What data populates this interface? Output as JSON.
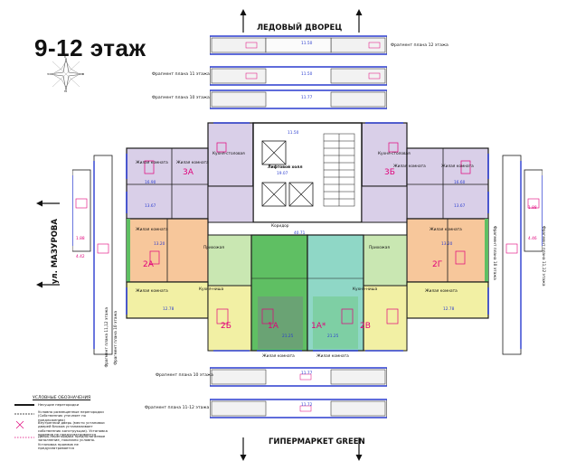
{
  "page": {
    "title": "9-12 этаж",
    "north_label": "ЛЕДОВЫЙ ДВОРЕЦ",
    "south_label": "ГИПЕРМАРКЕТ GREEN",
    "west_label": "ул. МАЗУРОВА"
  },
  "fragments": {
    "floor12_top": "Фрагмент плана 12 этажа",
    "floor11_top": "Фрагмент плана 11 этажа",
    "floor10_top": "Фрагмент плана 10 этажа",
    "floor10_bottom": "Фрагмент плана 10 этажа",
    "floor11_12_bottom": "Фрагмент плана 11-12 этажа",
    "floor11_12_left": "Фрагмент плана 11,12 этажа",
    "floor10_right": "Фрагмент плана 10 этажа",
    "floor11_12_right": "Фрагмент плана 11,12 этажа"
  },
  "apartments": {
    "a3": "3А",
    "a3b": "3Б",
    "a2": "2А",
    "a2b": "2Г",
    "a2c": "2Б",
    "a2d": "2В",
    "a1": "1А",
    "a1b": "1А*"
  },
  "rooms": {
    "living": "Жилая комната",
    "kitchen": "Кухня-столовая",
    "hall": "Прихожая",
    "corridor": "Коридор",
    "elevator_hall": "Лифтовой холл",
    "kitchen_niche": "Кухня-ниша"
  },
  "areas": {
    "elevator_hall": "19.07",
    "corridor": "40.71",
    "frag12_a": "11.50",
    "frag11_a": "11.50",
    "frag10_a": "11.77",
    "top_living": "11.50",
    "living_3a_1": "16.90",
    "living_3a_2": "13.67",
    "living_3b_1": "16.60",
    "living_3b_2": "13.67",
    "living_2a": "13.20",
    "living_2g": "13.20",
    "living_2a_b": "12.78",
    "living_2g_b": "12.78",
    "kitchen_1a": "21.25",
    "kitchen_1a2": "21.25",
    "bottom_frag_a": "11.77",
    "bottom_frag_b": "11.72",
    "left_frag_a": "1.88",
    "left_frag_b": "4.42",
    "right_frag_a": "1.88",
    "right_frag_b": "4.46"
  },
  "legend": {
    "title": "УСЛОВНЫЕ ОБОЗНАЧЕНИЯ",
    "items": [
      "Несущие перегородки",
      "Условно размещенные перегородки (Собственник уточняет по предложению)",
      "Внутренний дверь (место установки дверей блоков устанавливает собственник конструкции). Установка проемов не предусматривается",
      "Дверь-перегородка предполагаемое заполнение, показано условно. Установка проемов не предусматривается"
    ]
  },
  "colors": {
    "purple": "#d9cfe8",
    "purple_edge": "#8e7bb0",
    "orange": "#f7c79b",
    "green_bright": "#5fbf63",
    "green_pale": "#c9e7b2",
    "teal": "#8fd7c6",
    "yellow": "#f2f0a4",
    "pink_accent": "#e0007a",
    "wall": "#1a1a1a",
    "window_blue": "#2a3ccf"
  }
}
